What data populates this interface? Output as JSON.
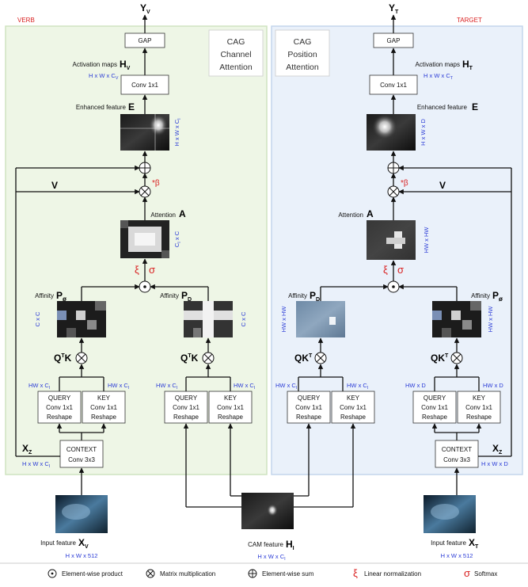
{
  "branches": {
    "verb": {
      "tag": "VERB",
      "output": "Y",
      "output_sub": "V",
      "gap": "GAP",
      "activation_label": "Activation maps",
      "activation_sym": "H",
      "activation_sub": "V",
      "activation_dim": "H x W x C",
      "activation_dim_sub": "V",
      "conv": "Conv 1x1",
      "enhanced_label": "Enhanced feature",
      "enhanced_sym": "E",
      "enhanced_dim": "H x W x C",
      "enhanced_dim_sub": "I",
      "title_lines": [
        "CAG",
        "Channel",
        "Attention"
      ],
      "v_label": "V",
      "beta": "*β",
      "attention_label": "Attention",
      "attention_sym": "A",
      "attention_dim": "C",
      "attention_dim_tail": "x C",
      "xi": "ξ",
      "sigma": "σ",
      "affinity_label": "Affinity",
      "left_affinity_sym": "P",
      "left_affinity_sub": "ø",
      "left_affinity_dim": "C x C",
      "right_affinity_sym": "P",
      "right_affinity_sub": "D",
      "right_affinity_dim": "C x C",
      "left_op": "Q",
      "left_op_sup": "T",
      "left_op_tail": "K",
      "right_op": "Q",
      "right_op_sup": "T",
      "right_op_tail": "K",
      "hw_c": "HW x C",
      "hw_c_sub": "I",
      "query": [
        "QUERY",
        "Conv 1x1",
        "Reshape"
      ],
      "key": [
        "KEY",
        "Conv 1x1",
        "Reshape"
      ],
      "context": [
        "CONTEXT",
        "Conv 3x3"
      ],
      "xz": "X",
      "xz_sub": "Z",
      "xz_dim": "H x W x C",
      "xz_dim_sub": "I"
    },
    "target": {
      "tag": "TARGET",
      "output": "Y",
      "output_sub": "T",
      "gap": "GAP",
      "activation_label": "Activation maps",
      "activation_sym": "H",
      "activation_sub": "T",
      "activation_dim": "H x W x C",
      "activation_dim_sub": "T",
      "conv": "Conv 1x1",
      "enhanced_label": "Enhanced feature",
      "enhanced_sym": "E",
      "enhanced_dim": "H x W x D",
      "title_lines": [
        "CAG",
        "Position",
        "Attention"
      ],
      "v_label": "V",
      "beta": "*β",
      "attention_label": "Attention",
      "attention_sym": "A",
      "attention_dim": "HW x HW",
      "xi": "ξ",
      "sigma": "σ",
      "affinity_label": "Affinity",
      "left_affinity_sym": "P",
      "left_affinity_sub": "D",
      "left_affinity_dim": "HW x HW",
      "right_affinity_sym": "P",
      "right_affinity_sub": "ø",
      "right_affinity_dim": "HW x HW",
      "left_op": "QK",
      "left_op_sup": "T",
      "right_op": "QK",
      "right_op_sup": "T",
      "left_hw_a": "HW x C",
      "left_hw_a_sub": "I",
      "left_hw_b": "HW x C",
      "left_hw_b_sub": "I",
      "right_hw_a": "HW x D",
      "right_hw_b": "HW x D",
      "query": [
        "QUERY",
        "Conv 1x1",
        "Reshape"
      ],
      "key": [
        "KEY",
        "Conv 1x1",
        "Reshape"
      ],
      "context": [
        "CONTEXT",
        "Conv 3x3"
      ],
      "xz": "X",
      "xz_sub": "Z",
      "xz_dim": "H x W x D"
    }
  },
  "inputs": {
    "verb": {
      "label": "Input feature",
      "sym": "X",
      "sub": "V",
      "dim": "H x W x 512"
    },
    "cam": {
      "label": "CAM feature",
      "sym": "H",
      "sub": "I",
      "dim": "H x W x C",
      "dim_sub": "I"
    },
    "target": {
      "label": "Input feature",
      "sym": "X",
      "sub": "T",
      "dim": "H x W x 512"
    }
  },
  "legend": [
    {
      "symbol": "⊙",
      "text": "Element-wise product"
    },
    {
      "symbol": "⊗",
      "text": "Matrix multiplication"
    },
    {
      "symbol": "⊕",
      "text": "Element-wise sum"
    },
    {
      "symbol": "ξ",
      "text": "Linear normalization"
    },
    {
      "symbol": "σ",
      "text": "Softmax"
    }
  ],
  "colors": {
    "verb_panel_bg": "#eef6e6",
    "verb_panel_border": "#cfe3c0",
    "target_panel_bg": "#eaf1fa",
    "target_panel_border": "#c4d6ec",
    "tag_red": "#d92020",
    "dim_blue": "#2a3bd6"
  }
}
